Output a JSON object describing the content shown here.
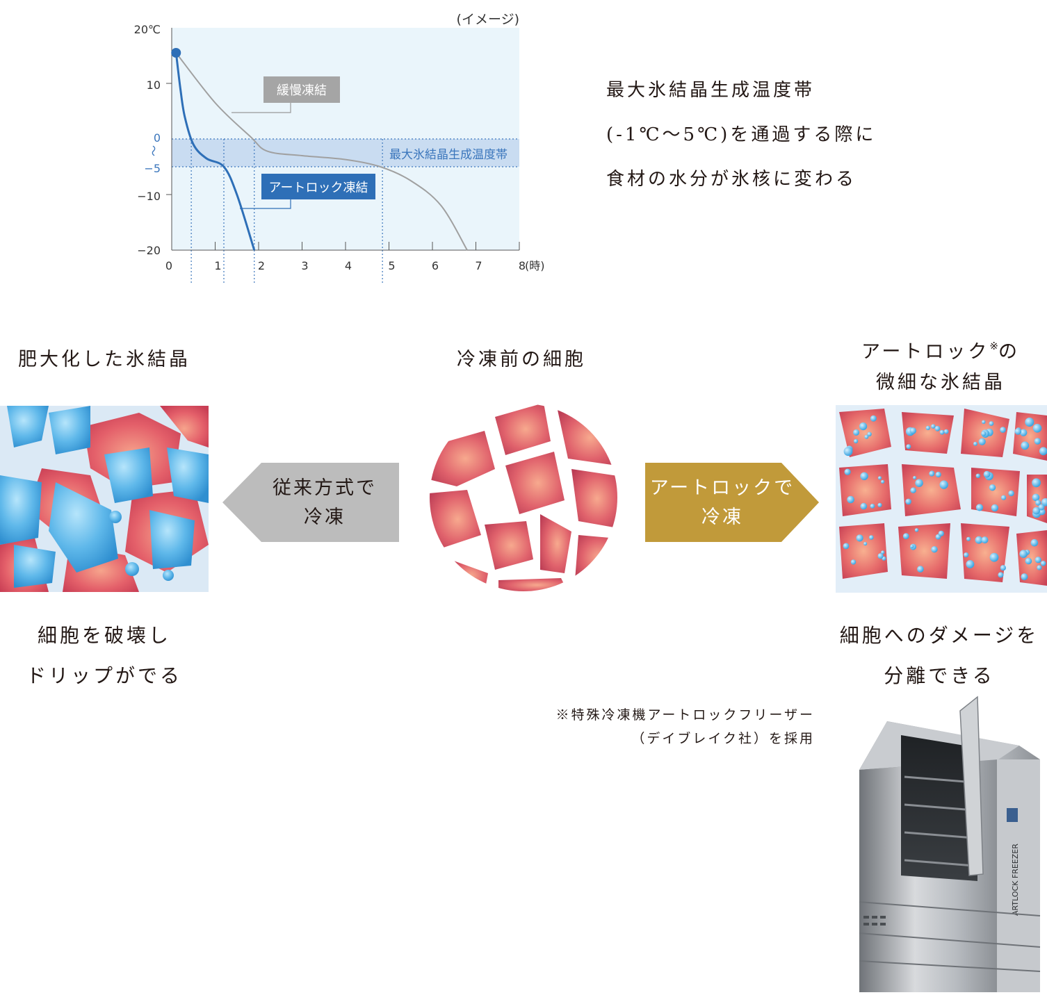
{
  "chart_data": {
    "type": "line",
    "note": "(イメージ)",
    "y_unit": "20℃",
    "x_unit": "(時)",
    "xlim": [
      0,
      8
    ],
    "ylim": [
      -20,
      20
    ],
    "x_ticks": [
      "0",
      "1",
      "2",
      "3",
      "4",
      "5",
      "6",
      "7",
      "8"
    ],
    "y_ticks": [
      "10",
      "0",
      "〜",
      "−5",
      "−10",
      "−20"
    ],
    "band": {
      "label": "最大氷結晶生成温度帯",
      "from": -5,
      "to": 0
    },
    "series": [
      {
        "name": "緩慢凍結",
        "points": [
          [
            0.1,
            15.5
          ],
          [
            1.0,
            6.5
          ],
          [
            1.8,
            0.5
          ],
          [
            2.2,
            -2.2
          ],
          [
            3.0,
            -3.0
          ],
          [
            4.0,
            -3.7
          ],
          [
            4.8,
            -5.0
          ],
          [
            5.5,
            -7.5
          ],
          [
            6.2,
            -12.0
          ],
          [
            6.8,
            -20.0
          ]
        ]
      },
      {
        "name": "アートロック凍結",
        "points": [
          [
            0.1,
            15.5
          ],
          [
            0.2,
            9.0
          ],
          [
            0.3,
            4.0
          ],
          [
            0.5,
            -1.0
          ],
          [
            0.8,
            -3.5
          ],
          [
            1.2,
            -5.0
          ],
          [
            1.5,
            -10.0
          ],
          [
            1.9,
            -20.0
          ]
        ]
      }
    ],
    "markers_x": [
      0.45,
      1.2,
      1.9,
      4.85
    ]
  },
  "description": {
    "lines": [
      "最大氷結晶生成温度帯",
      "(-1℃〜5℃)を通過する際に",
      "食材の水分が氷核に変わる"
    ]
  },
  "left": {
    "heading": "肥大化した氷結晶",
    "caption": [
      "細胞を破壊し",
      "ドリップがでる"
    ]
  },
  "center": {
    "heading": "冷凍前の細胞"
  },
  "right": {
    "heading_line1": "アートロック",
    "heading_mark": "※",
    "heading_line1_end": "の",
    "heading_line2": "微細な氷結晶",
    "caption": [
      "細胞へのダメージを",
      "分離できる"
    ]
  },
  "arrow_left": {
    "lines": [
      "従来方式で",
      "冷凍"
    ],
    "color": "#bcbcbc"
  },
  "arrow_right": {
    "lines": [
      "アートロックで",
      "冷凍"
    ],
    "color": "#c19a3a"
  },
  "footnote": [
    "※特殊冷凍機アートロックフリーザー",
    "（デイブレイク社）を採用"
  ],
  "freezer": {
    "brand": "ARTLOCK FREEZER"
  },
  "colors": {
    "chart_bg": "#eaf5fb",
    "band": "#c9dcf1",
    "slow": "#a0a0a0",
    "artlock": "#2e6fb7",
    "cell": "#d94f57",
    "ice": "#5bb8ea"
  }
}
